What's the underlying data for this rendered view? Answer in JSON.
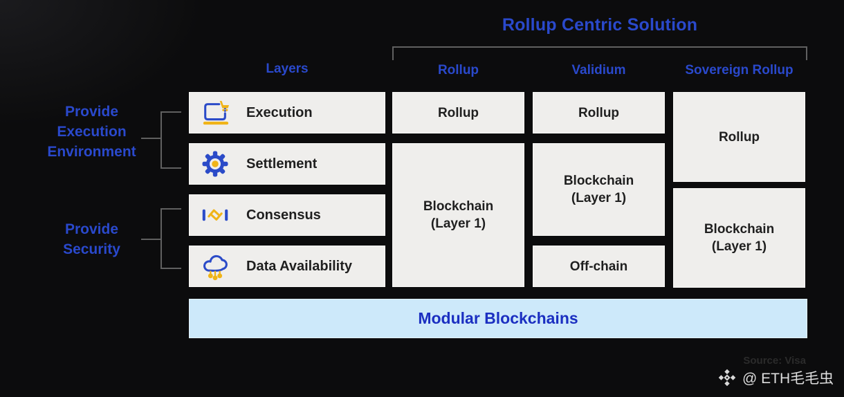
{
  "title": "Rollup Centric Solution",
  "headers": {
    "layers": "Layers",
    "columns": [
      "Rollup",
      "Validium",
      "Sovereign Rollup"
    ]
  },
  "side_groups": [
    {
      "name": "provide-execution-environment",
      "lines": [
        "Provide",
        "Execution",
        "Environment"
      ]
    },
    {
      "name": "provide-security",
      "lines": [
        "Provide",
        "Security"
      ]
    }
  ],
  "layer_rows": [
    {
      "label": "Execution",
      "icon": "laptop-cart-icon"
    },
    {
      "label": "Settlement",
      "icon": "gear-icon"
    },
    {
      "label": "Consensus",
      "icon": "handshake-icon"
    },
    {
      "label": "Data Availability",
      "icon": "cloud-network-icon"
    }
  ],
  "columns": [
    {
      "header": "Rollup",
      "boxes": [
        {
          "label": "Rollup"
        },
        {
          "lines": [
            "Blockchain",
            "(Layer 1)"
          ]
        }
      ]
    },
    {
      "header": "Validium",
      "boxes": [
        {
          "label": "Rollup"
        },
        {
          "lines": [
            "Blockchain",
            "(Layer 1)"
          ]
        },
        {
          "label": "Off-chain"
        }
      ]
    },
    {
      "header": "Sovereign Rollup",
      "boxes": [
        {
          "label": "Rollup"
        },
        {
          "lines": [
            "Blockchain",
            "(Layer 1)"
          ]
        }
      ]
    }
  ],
  "footer_bar": "Modular Blockchains",
  "credits": {
    "source": "Source: Visa",
    "watermark": "@ ETH毛毛虫",
    "watermark_icon": "binance-logo-icon"
  },
  "colors": {
    "background": "#0c0c0d",
    "accent_blue": "#2a49cc",
    "box_bg": "#efeeec",
    "box_text": "#1f1f1f",
    "bar_bg": "#cde9fa",
    "bar_text": "#1b2fc1",
    "bracket_gray": "#606060",
    "icon_blue": "#2b4bc8",
    "icon_yellow": "#f0b418"
  }
}
